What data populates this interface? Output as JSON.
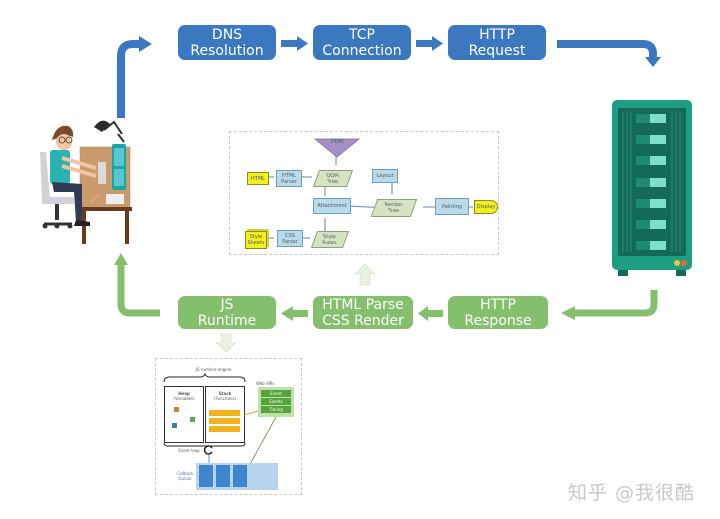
{
  "title": "Browser request lifecycle",
  "top_row": [
    {
      "line1": "DNS",
      "line2": "Resolution"
    },
    {
      "line1": "TCP",
      "line2": "Connection"
    },
    {
      "line1": "HTTP",
      "line2": "Request"
    }
  ],
  "bottom_row": [
    {
      "line1": "HTTP",
      "line2": "Response"
    },
    {
      "line1": "HTML Parse",
      "line2": "CSS Render"
    },
    {
      "line1": "JS",
      "line2": "Runtime"
    }
  ],
  "render_flow": {
    "dom_label": "DOM",
    "html_label": "HTML",
    "html_parser_line1": "HTML",
    "html_parser_line2": "Parser",
    "dom_tree_line1": "DOM",
    "dom_tree_line2": "Tree",
    "attachment": "Attachment",
    "layout": "Layout",
    "render_tree_line1": "Render",
    "render_tree_line2": "Tree",
    "painting": "Painting",
    "display": "Display",
    "style_sheets_line1": "Style",
    "style_sheets_line2": "Sheets",
    "css_parser_line1": "CSS",
    "css_parser_line2": "Parser",
    "style_rules_line1": "Style",
    "style_rules_line2": "Rules"
  },
  "js_runtime": {
    "engine_label": "JS runtime engine",
    "heap_label": "Heap",
    "heap_sub": "(Variables)",
    "stack_label": "Stack",
    "stack_sub": "(Functions)",
    "web_apis_label": "Web APIs",
    "web_apis": [
      "Event",
      "Events",
      "Timing"
    ],
    "stack_items": [
      "",
      "",
      ""
    ],
    "event_loop_label": "Event loop",
    "callback_queue_line1": "Callback",
    "callback_queue_line2": "Queue"
  },
  "icons": {
    "user": "developer-at-desk",
    "server": "server-rack"
  },
  "colors": {
    "request_blue": "#3b78c0",
    "response_green": "#84bf6d",
    "server_teal": "#1d9e82"
  },
  "watermark": "知乎 @我很酷"
}
